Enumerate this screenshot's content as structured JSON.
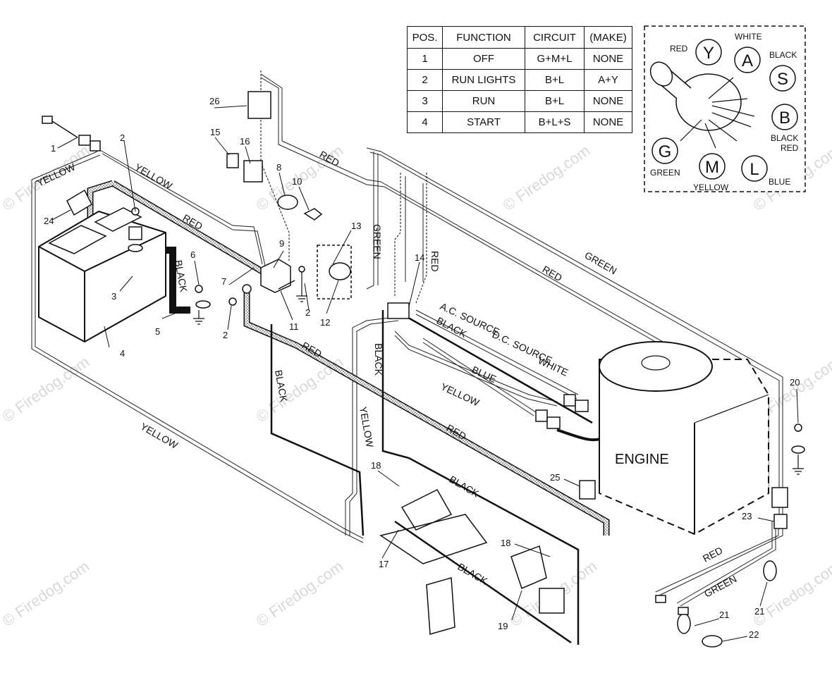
{
  "table": {
    "headers": [
      "POS.",
      "FUNCTION",
      "CIRCUIT",
      "(MAKE)"
    ],
    "rows": [
      [
        "1",
        "OFF",
        "G+M+L",
        "NONE"
      ],
      [
        "2",
        "RUN LIGHTS",
        "B+L",
        "A+Y"
      ],
      [
        "3",
        "RUN",
        "B+L",
        "NONE"
      ],
      [
        "4",
        "START",
        "B+L+S",
        "NONE"
      ]
    ]
  },
  "ignition": {
    "terminals": [
      "Y",
      "A",
      "S",
      "B",
      "G",
      "M",
      "L"
    ],
    "wire_labels": {
      "red": "RED",
      "white": "WHITE",
      "black": "BLACK",
      "black_red": "BLACK\nRED",
      "green": "GREEN",
      "yellow": "YELLOW",
      "blue": "BLUE"
    }
  },
  "wires": {
    "yellow": "YELLOW",
    "red": "RED",
    "black": "BLACK",
    "green": "GREEN",
    "blue": "BLUE",
    "white": "WHITE",
    "ac_source": "A.C. SOURCE",
    "dc_source": "D.C. SOURCE"
  },
  "engine_label": "ENGINE",
  "callouts": [
    "1",
    "2",
    "3",
    "4",
    "5",
    "6",
    "7",
    "8",
    "9",
    "10",
    "11",
    "12",
    "13",
    "14",
    "15",
    "16",
    "17",
    "18",
    "19",
    "20",
    "21",
    "22",
    "23",
    "24",
    "25",
    "26"
  ],
  "watermark": "© Firedog.com",
  "colors": {
    "ink": "#111111",
    "watermark": "#d8d8d8"
  }
}
